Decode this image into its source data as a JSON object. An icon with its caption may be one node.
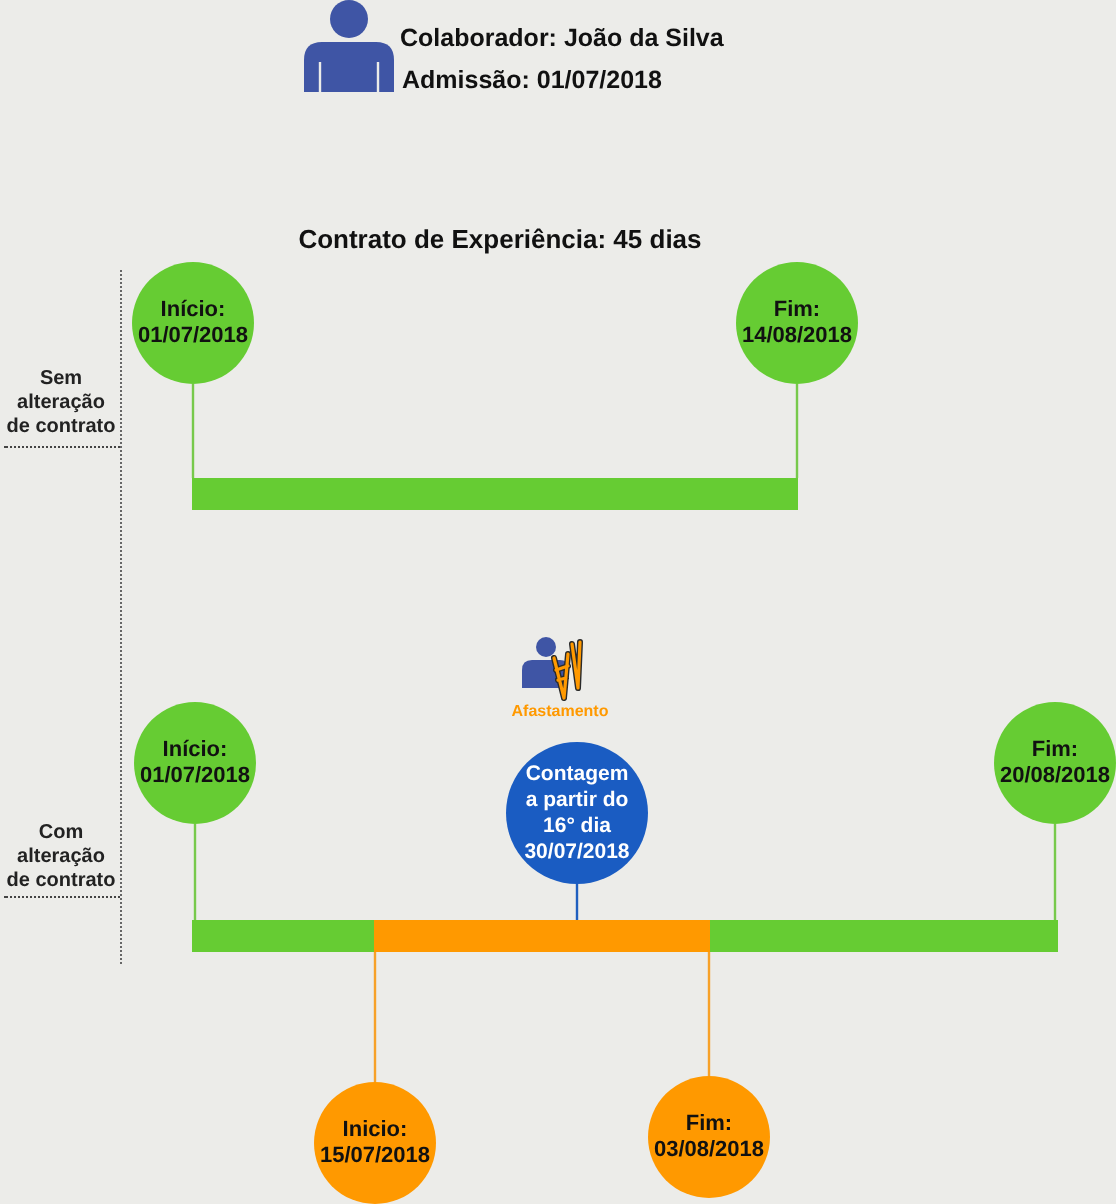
{
  "diagram": {
    "title": "Contrato de Experiência: 45 dias",
    "nodes": [
      {
        "text": [
          "Início: 01/07/2018"
        ]
      },
      {
        "text": [
          "Fim: 14/08/2018"
        ]
      },
      {
        "text": [],
        "shape": "bar"
      },
      {
        "text": [
          "Início: 01/07/2018"
        ]
      },
      {
        "text": [
          "Contagem a partir do 16° dia 30/07/2018"
        ]
      },
      {
        "text": [
          "Fim: 20/08/2018"
        ]
      },
      {
        "text": [],
        "shape": "bar"
      },
      {
        "text": [],
        "shape": "bar"
      },
      {
        "text": [],
        "shape": "bar"
      },
      {
        "text": [
          "Inicio: 15/07/2018"
        ]
      },
      {
        "text": [
          "Fim: 03/08/2018"
        ]
      }
    ],
    "edges": [
      {
        "from": 0,
        "to": 2,
        "arrow": "none"
      },
      {
        "from": 1,
        "to": 2,
        "arrow": "none"
      },
      {
        "from": 3,
        "to": 6,
        "arrow": "none"
      },
      {
        "from": 4,
        "to": 7,
        "arrow": "none",
        "color": "#1f5fbf"
      },
      {
        "from": 5,
        "to": 8,
        "arrow": "none"
      },
      {
        "from": 9,
        "to": 7,
        "arrow": "none",
        "color": "#f7a128"
      },
      {
        "from": 10,
        "to": 7,
        "arrow": "none",
        "color": "#f7a128"
      }
    ],
    "labels": [
      "Colaborador: João da Silva",
      "Admissão: 01/07/2018",
      "Sem alteração de contrato",
      "Afastamento",
      "Com alteração de contrato"
    ]
  }
}
